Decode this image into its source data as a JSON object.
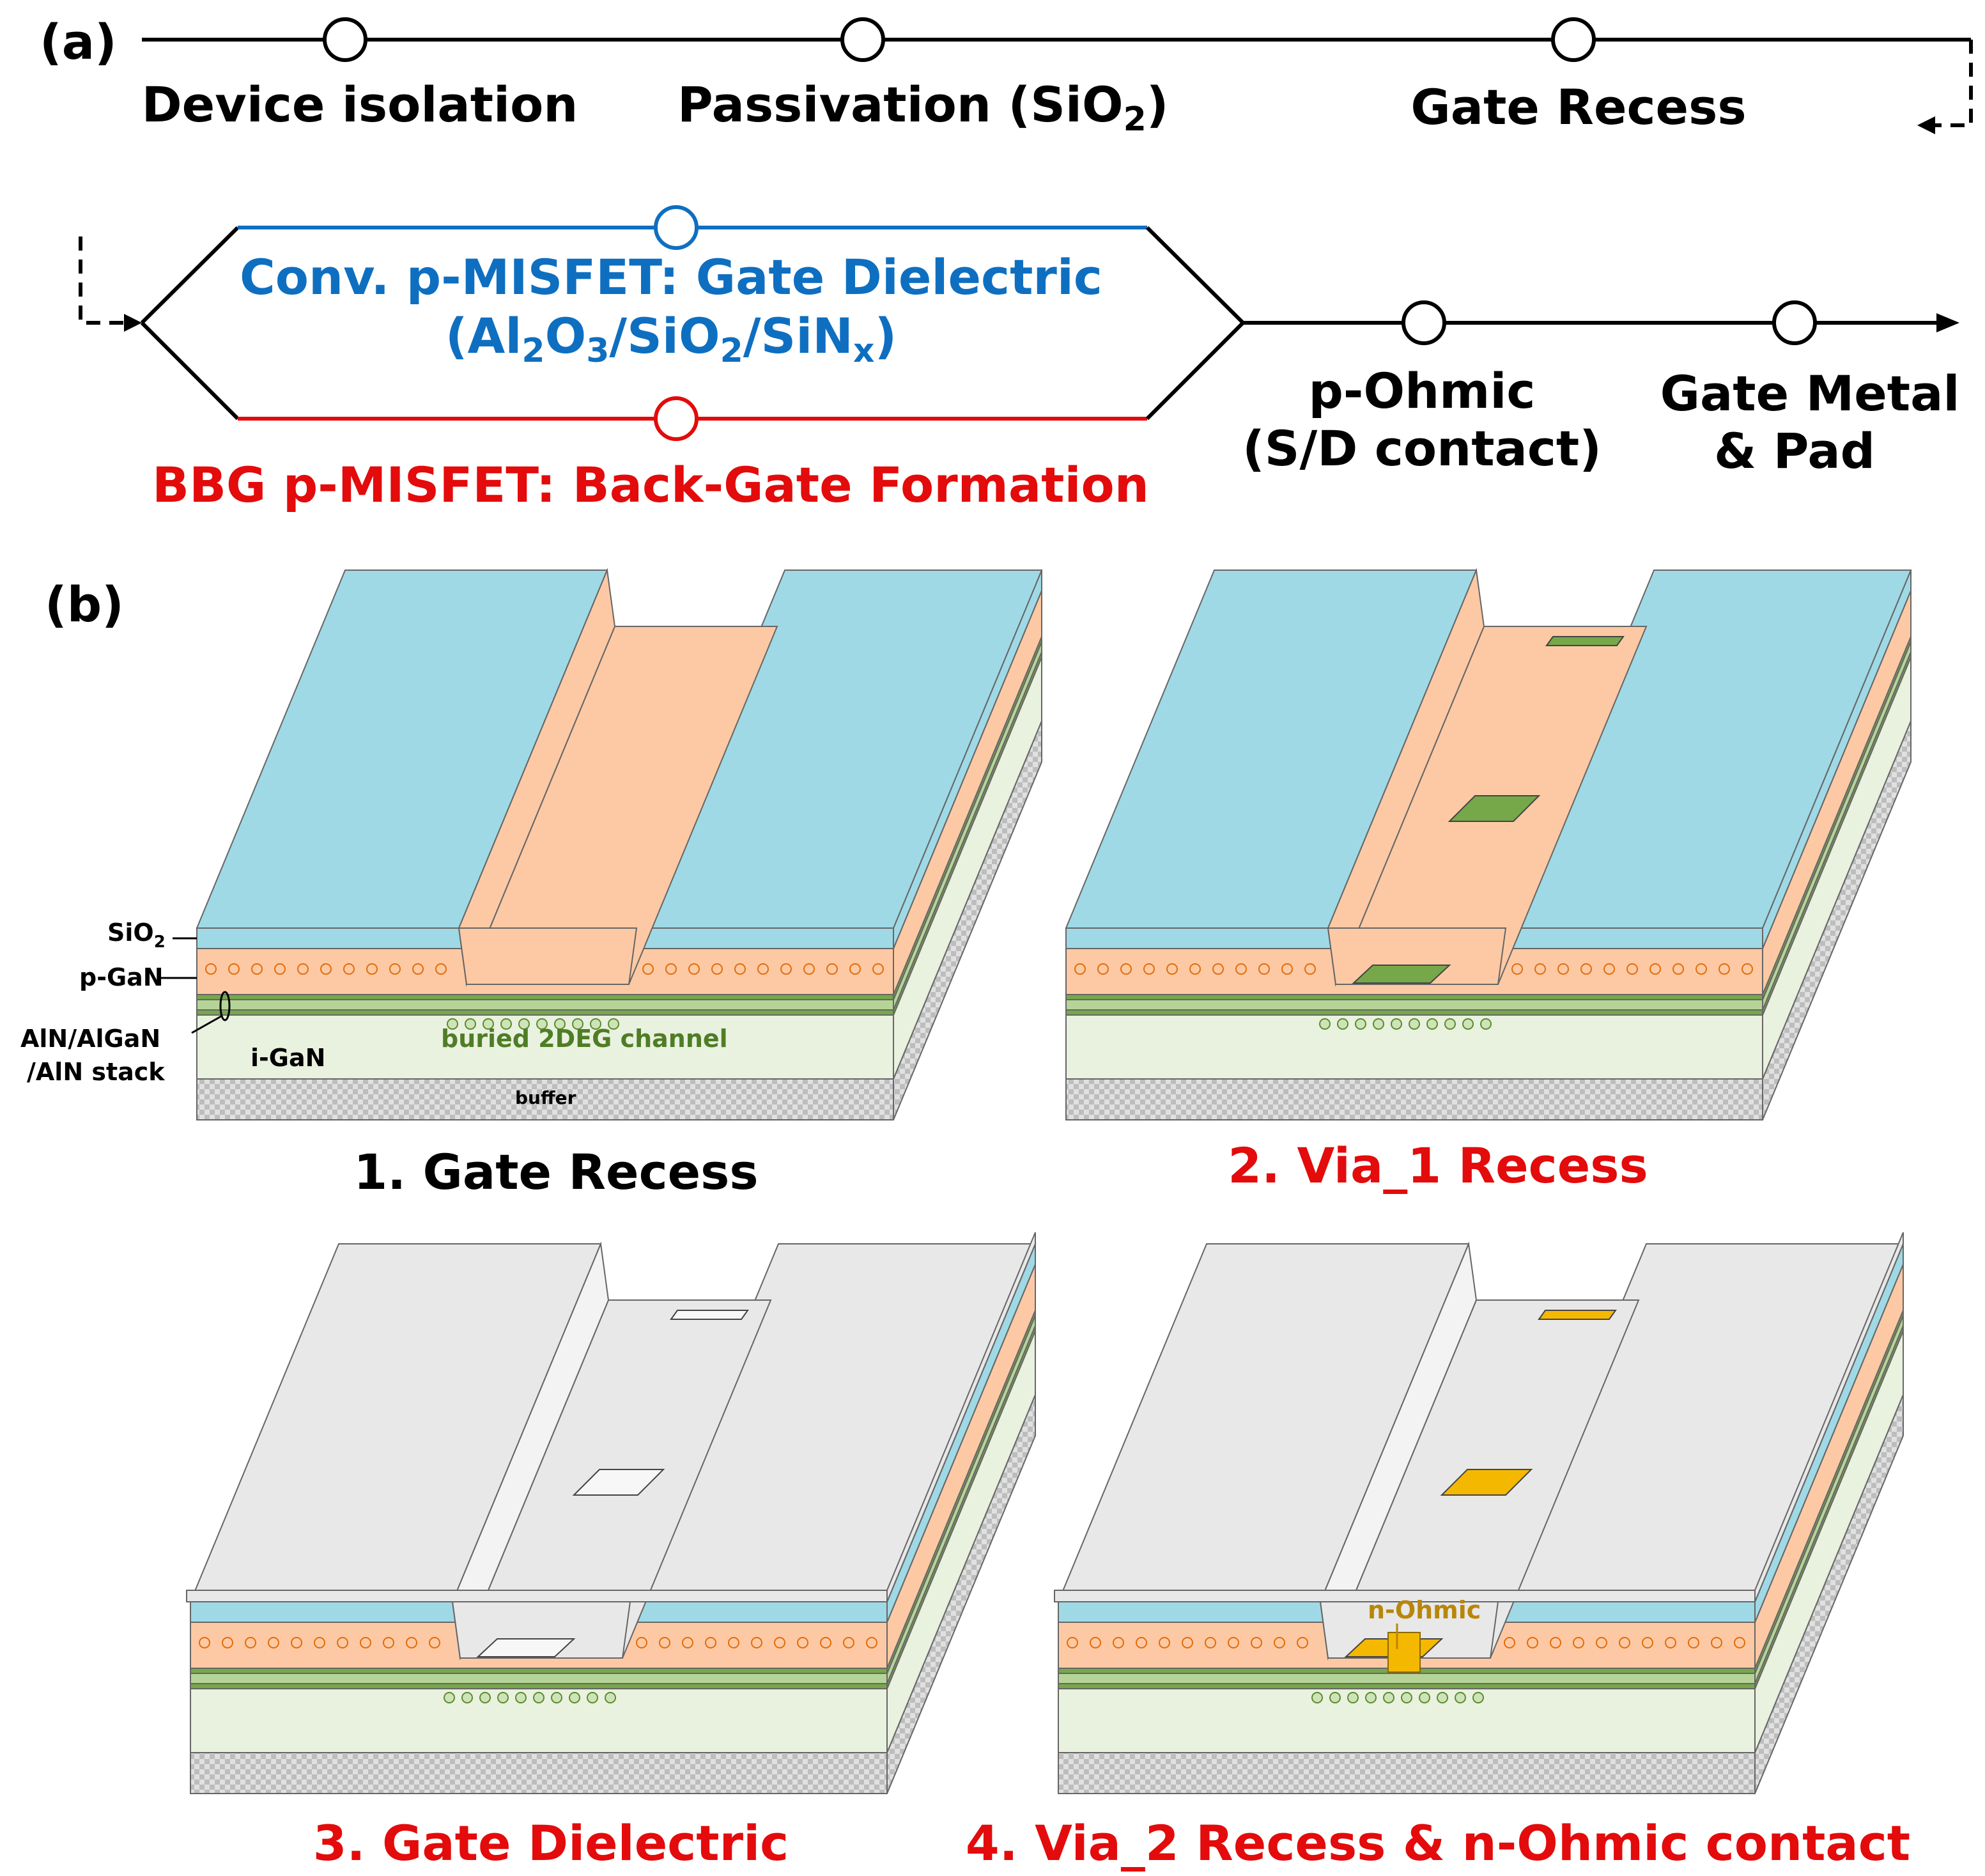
{
  "panel_a": {
    "label": "(a)",
    "steps_row1": [
      "Device isolation",
      "Passivation (SiO",
      "2",
      ")",
      "Gate Recess"
    ],
    "branch_conv_line1": "Conv. p-MISFET: Gate Dielectric",
    "branch_conv_line2": {
      "a": "(Al",
      "b": "2",
      "c": "O",
      "d": "3",
      "e": "/SiO",
      "f": "2",
      "g": "/SiN",
      "h": "x",
      "i": ")"
    },
    "branch_bbg": "BBG p-MISFET: Back-Gate Formation",
    "step_pohmic_1": "p-Ohmic",
    "step_pohmic_2": "(S/D contact)",
    "step_gate_1": "Gate Metal",
    "step_gate_2": "& Pad",
    "colors": {
      "conv": "#0e6fc1",
      "bbg": "#e30b0b",
      "line": "#000000"
    }
  },
  "panel_b": {
    "label": "(b)",
    "layer_labels": {
      "sio2": "SiO",
      "sio2_sub": "2",
      "pgan": "p-GaN",
      "stack1": "AlN/AlGaN",
      "stack2": "/AlN stack",
      "igan": "i-GaN",
      "buried": "buried 2DEG channel",
      "buffer": "buffer",
      "nohmic": "n-Ohmic"
    },
    "captions": [
      "1. Gate Recess",
      "2. Via_1 Recess",
      "3. Gate Dielectric",
      "4. Via_2 Recess & n-Ohmic contact"
    ],
    "caption_colors": [
      "#000000",
      "#e30b0b",
      "#e30b0b",
      "#e30b0b"
    ],
    "layer_colors": {
      "sio2": "#9fd9e6",
      "pgan": "#fcc9a4",
      "algan": "#76a84a",
      "algan_light": "#b7d498",
      "igan": "#e9f1df",
      "buffer": "#cfcfcf",
      "dielectric": "#e8e8e8",
      "via_metal": "#f5b800",
      "hole": "#e36c09",
      "electron": "#5a8c2e"
    }
  }
}
